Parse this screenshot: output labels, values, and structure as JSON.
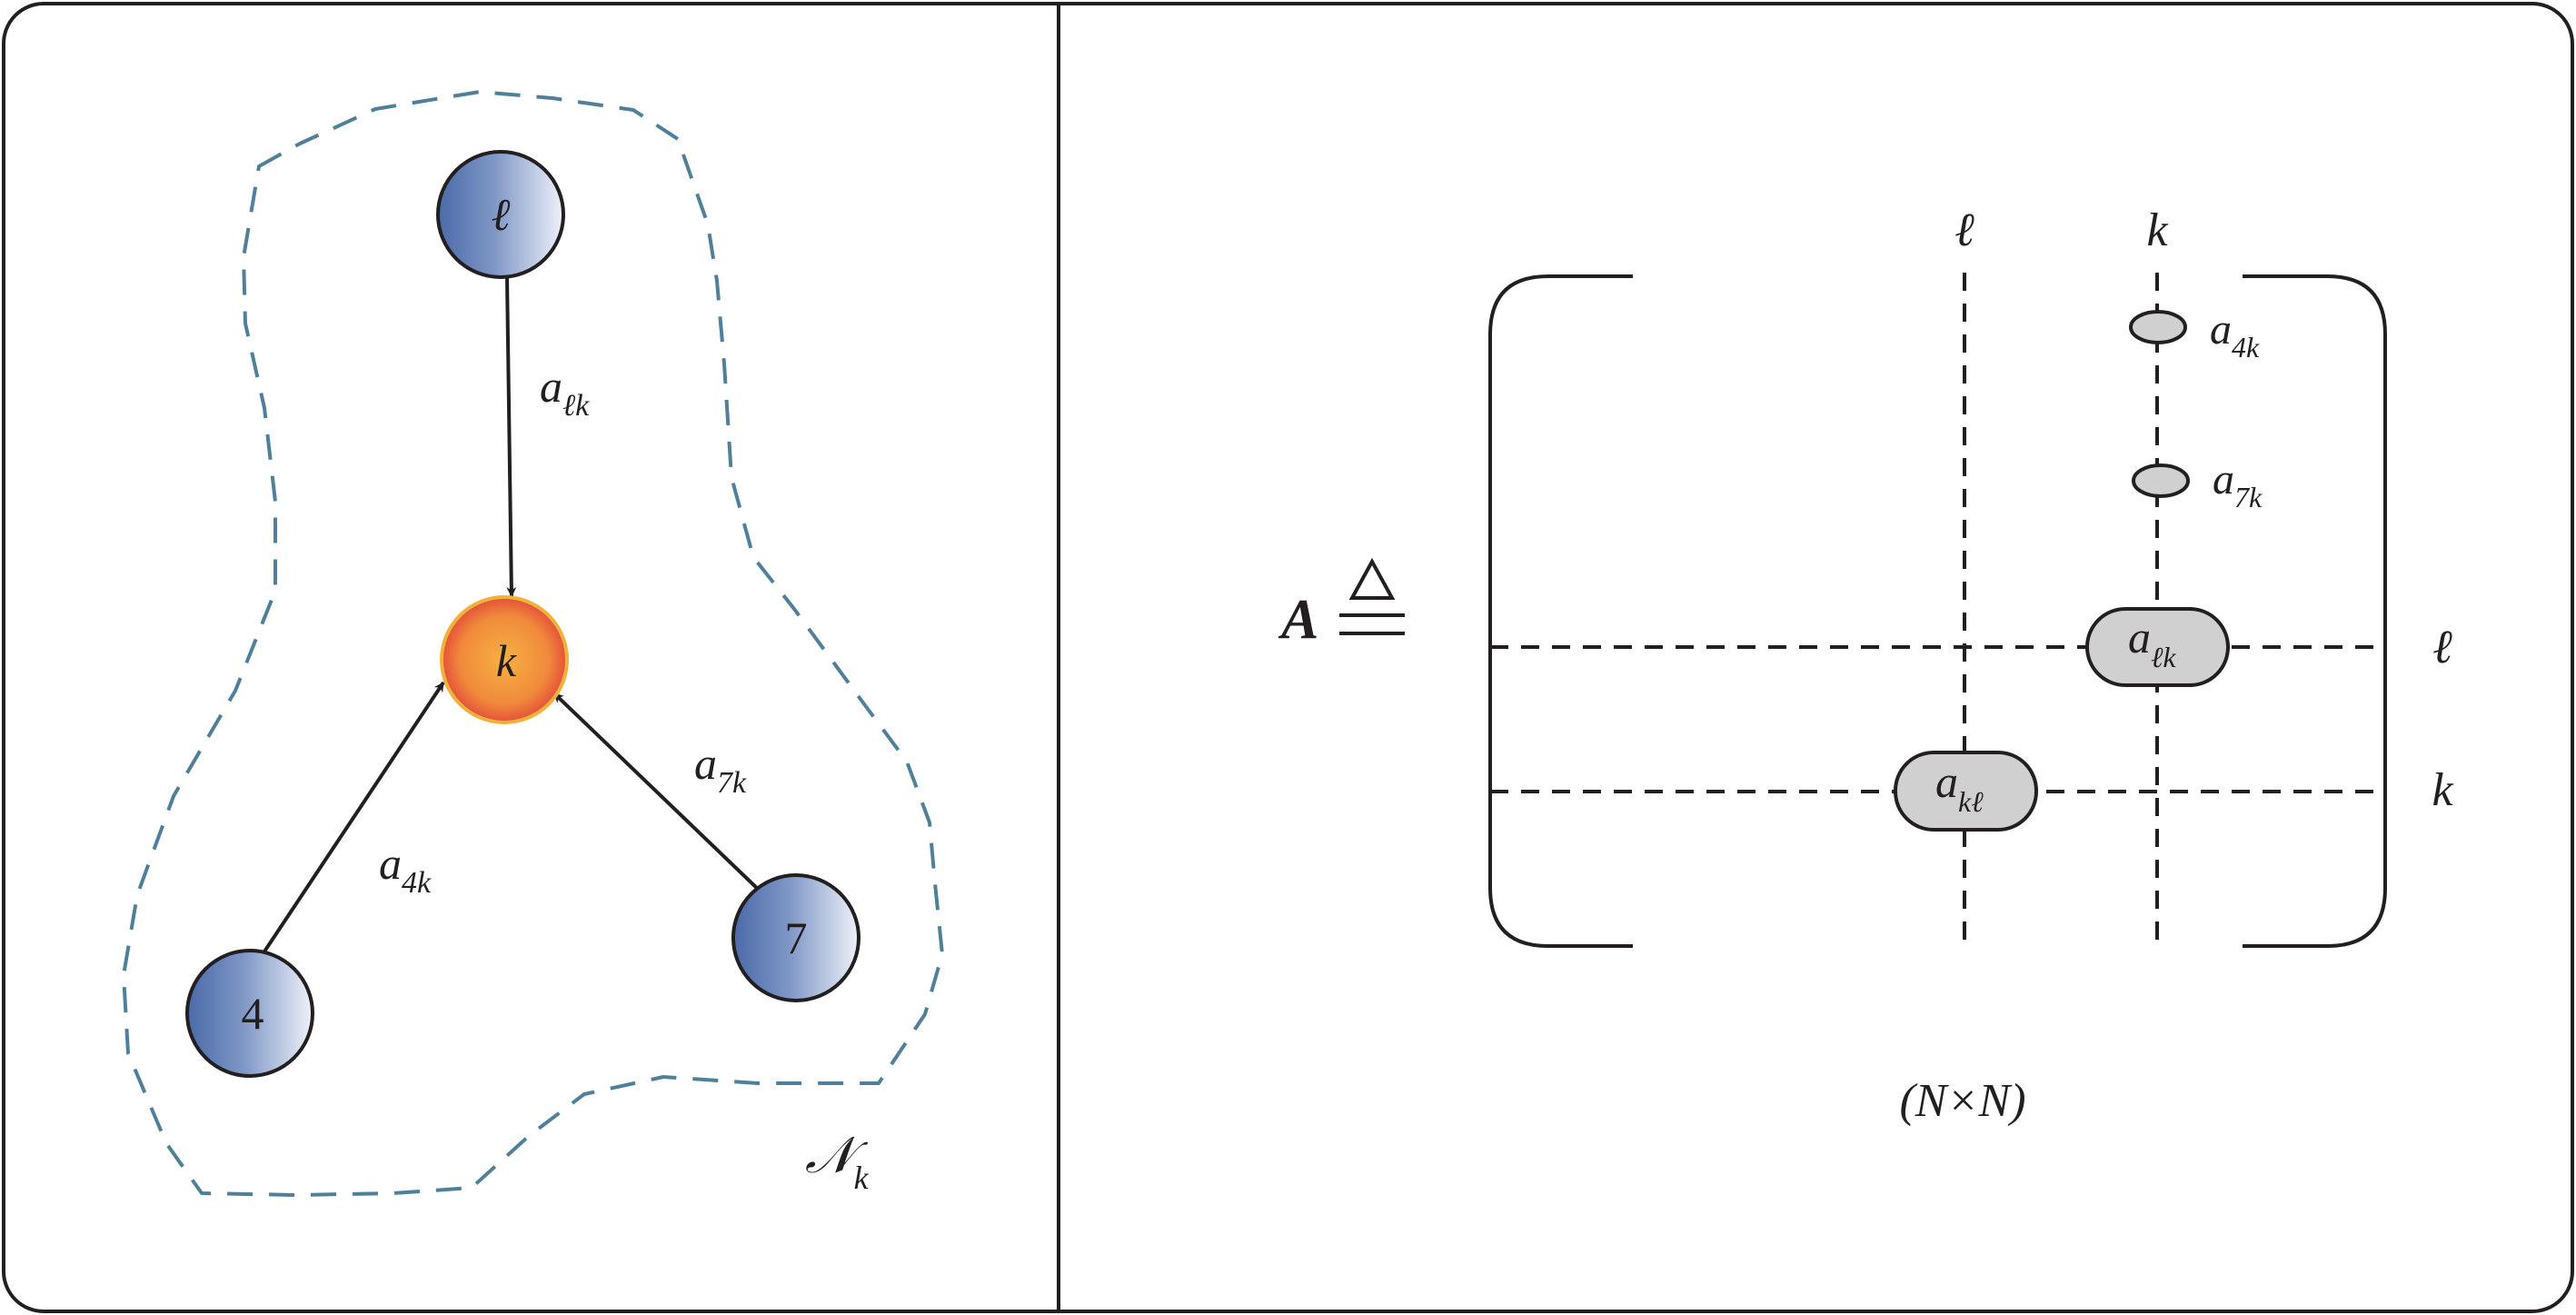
{
  "left_panel": {
    "nodes": {
      "ell": {
        "label": "ℓ"
      },
      "k": {
        "label": "k"
      },
      "four": {
        "label": "4"
      },
      "seven": {
        "label": "7"
      }
    },
    "edges": {
      "ell_k": {
        "sym": "a",
        "sub": "ℓk"
      },
      "four_k": {
        "sym": "a",
        "sub": "4k"
      },
      "seven_k": {
        "sym": "a",
        "sub": "7k"
      }
    },
    "neighborhood": {
      "sym": "𝒩",
      "sub": "k"
    }
  },
  "right_panel": {
    "matrix_symbol": "A",
    "definition_symbol": "≜",
    "col_labels": {
      "ell": "ℓ",
      "k": "k"
    },
    "row_labels": {
      "ell": "ℓ",
      "k": "k"
    },
    "entries": {
      "a4k": {
        "sym": "a",
        "sub": "4k"
      },
      "a7k": {
        "sym": "a",
        "sub": "7k"
      },
      "alk": {
        "sym": "a",
        "sub": "ℓk"
      },
      "akl": {
        "sym": "a",
        "sub": "kℓ"
      }
    },
    "size": "(N×N)"
  },
  "colors": {
    "blue_node_light": "#e8ecf7",
    "blue_node_dark": "#4a6aa8",
    "orange_node_inner": "#f6a63a",
    "orange_node_outer": "#e8553a",
    "dashed_boundary": "#4f7f99",
    "entry_fill": "#d1d0d0",
    "stroke": "#231f20"
  }
}
